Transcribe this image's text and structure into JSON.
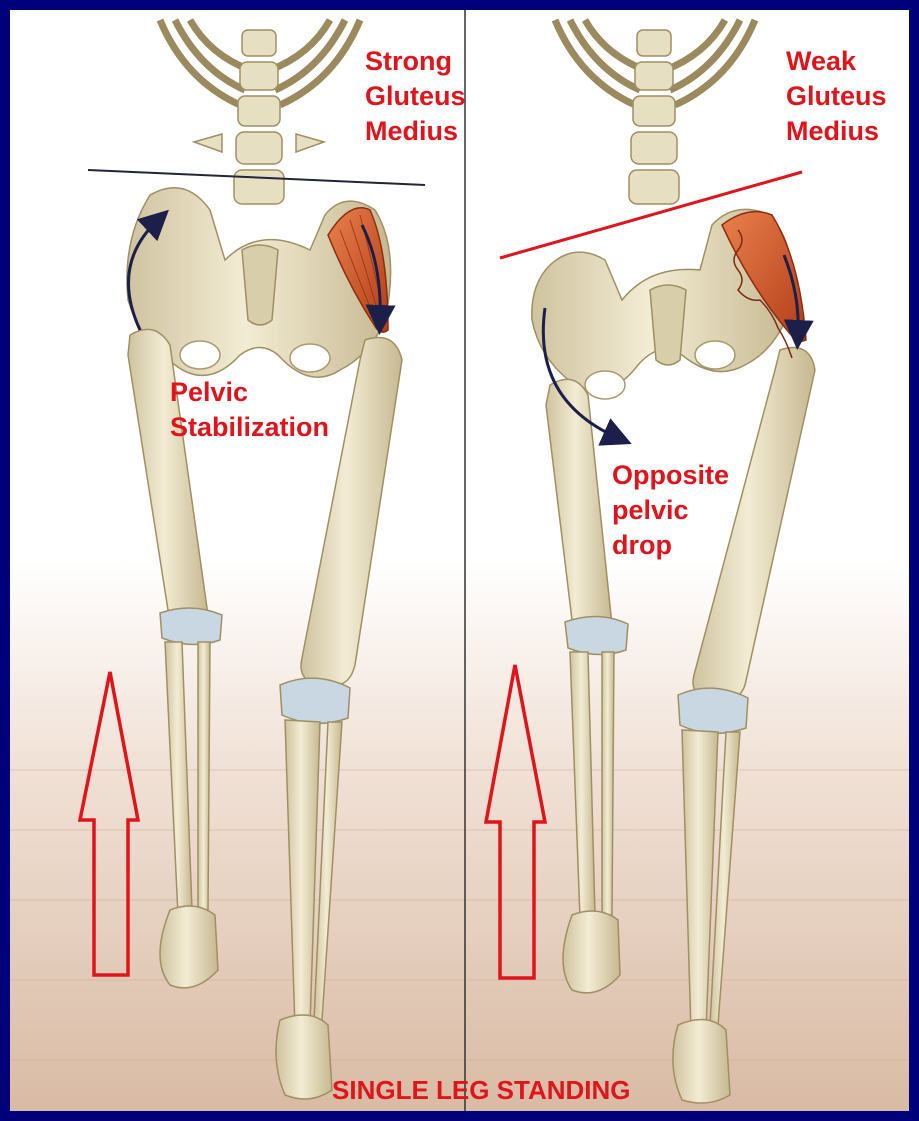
{
  "labels": {
    "strong_gluteus": [
      "Strong",
      "Gluteus",
      "Medius"
    ],
    "weak_gluteus": [
      "Weak",
      "Gluteus",
      "Medius"
    ],
    "pelvic_stabilization": [
      "Pelvic",
      "Stabilization"
    ],
    "opposite_pelvic_drop": [
      "Opposite",
      "pelvic",
      "drop"
    ],
    "title": "SINGLE LEG STANDING"
  },
  "colors": {
    "frame_border": "#00007a",
    "label_red": "#e0141b",
    "bone": "#ece4c8",
    "bone_shadow": "#b9ab80",
    "muscle": "#d2572a",
    "cartilage": "#b8c9d6",
    "floor": "#dcc1ab",
    "arrow_navy": "#1c1f4a",
    "divider": "#333333"
  },
  "icons": {
    "support_arrow": "up-arrow-outline-icon",
    "rotation_arrow": "curved-arrow-icon"
  }
}
